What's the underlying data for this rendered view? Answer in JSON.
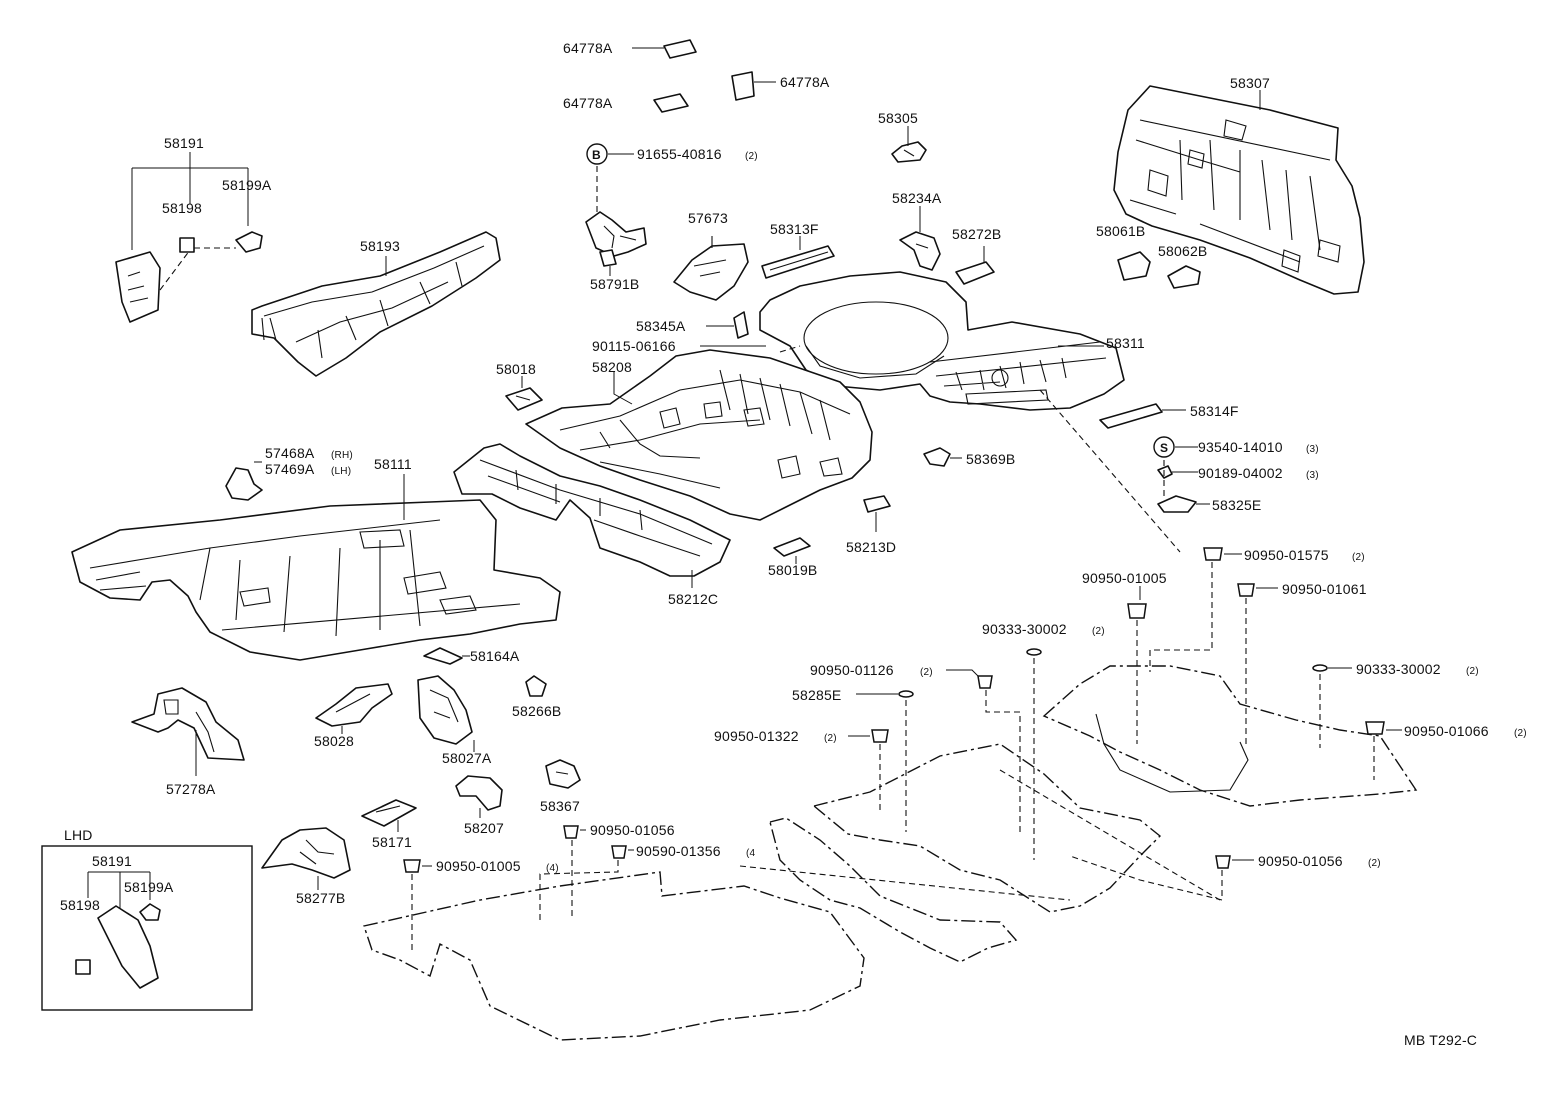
{
  "labels": {
    "p64778a_1": "64778A",
    "p64778a_2": "64778A",
    "p64778a_3": "64778A",
    "p58305": "58305",
    "p58307": "58307",
    "p91655": "91655-40816",
    "p91655_qty": "(2)",
    "p58191": "58191",
    "p58199a": "58199A",
    "p58198": "58198",
    "p58193": "58193",
    "p57673": "57673",
    "p58313f": "58313F",
    "p58234a": "58234A",
    "p58272b": "58272B",
    "p58061b": "58061B",
    "p58062b": "58062B",
    "p58791b": "58791B",
    "p58345a": "58345A",
    "p90115": "90115-06166",
    "p58311": "58311",
    "p58018": "58018",
    "p58208": "58208",
    "p58314f": "58314F",
    "p93540": "93540-14010",
    "p93540_qty": "(3)",
    "p90189": "90189-04002",
    "p90189_qty": "(3)",
    "p58325e": "58325E",
    "p57468a": "57468A",
    "p57468a_side": "(RH)",
    "p57469a": "57469A",
    "p57469a_side": "(LH)",
    "p58111": "58111",
    "p58369b": "58369B",
    "p58213d": "58213D",
    "p58019b": "58019B",
    "p58212c": "58212C",
    "p90950_01575": "90950-01575",
    "p90950_01575_qty": "(2)",
    "p90950_01005_top": "90950-01005",
    "p90950_01061": "90950-01061",
    "p90333_a": "90333-30002",
    "p90333_a_qty": "(2)",
    "p90333_b": "90333-30002",
    "p90333_b_qty": "(2)",
    "p90950_01126": "90950-01126",
    "p90950_01126_qty": "(2)",
    "p58285e": "58285E",
    "p90950_01066": "90950-01066",
    "p90950_01066_qty": "(2)",
    "p90950_01322": "90950-01322",
    "p90950_01322_qty": "(2)",
    "p58164a": "58164A",
    "p58266b": "58266B",
    "p58028": "58028",
    "p58027a": "58027A",
    "p57278a": "57278A",
    "p58367": "58367",
    "p58207": "58207",
    "p58171": "58171",
    "p90950_01056_a": "90950-01056",
    "p90590": "90590-01356",
    "p90590_qty": "(4",
    "p90950_01005_b": "90950-01005",
    "p90950_01005_b_qty": "(4)",
    "p90950_01056_b": "90950-01056",
    "p90950_01056_b_qty": "(2)",
    "p58277b": "58277B",
    "lhd": "LHD",
    "lhd_58191": "58191",
    "lhd_58198": "58198",
    "lhd_58199a": "58199A",
    "ref_code": "MB T292-C"
  },
  "badges": {
    "b": "B",
    "s": "S"
  }
}
